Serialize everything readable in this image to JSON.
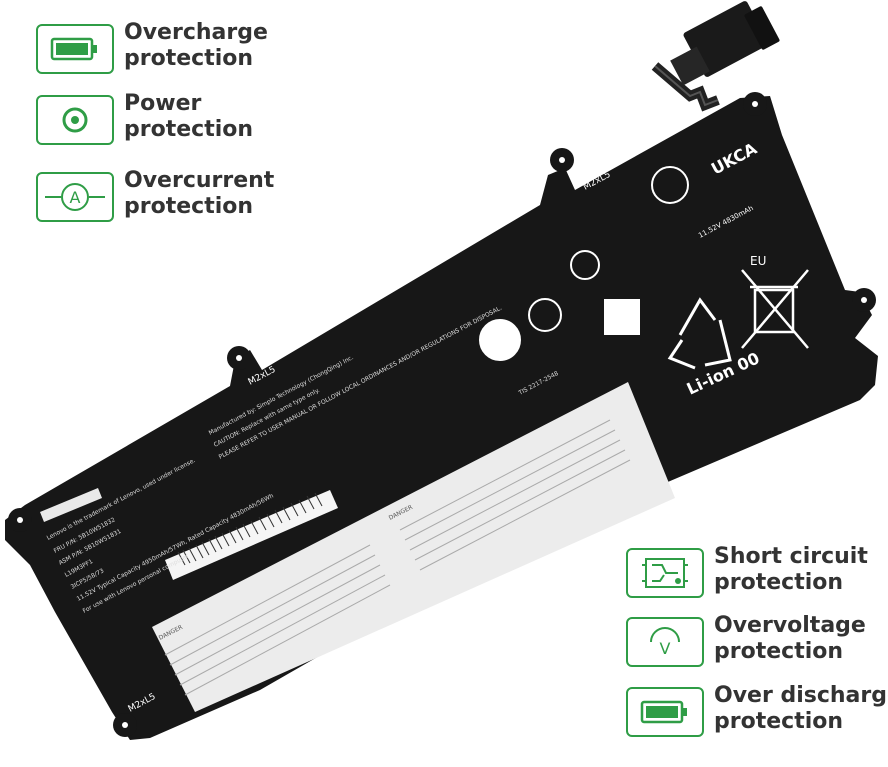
{
  "colors": {
    "accent": "#2f9d46",
    "battery_body": "#171717",
    "label_text": "#333333"
  },
  "features_left": [
    {
      "icon": "battery-full-icon",
      "line1": "Overcharge",
      "line2": "protection"
    },
    {
      "icon": "power-icon",
      "line1": "Power",
      "line2": "protection"
    },
    {
      "icon": "ammeter-icon",
      "line1": "Overcurrent",
      "line2": "protection"
    }
  ],
  "features_right": [
    {
      "icon": "circuit-board-icon",
      "line1": "Short circuit",
      "line2": "protection"
    },
    {
      "icon": "voltmeter-icon",
      "line1": "Overvoltage",
      "line2": "protection"
    },
    {
      "icon": "battery-low-icon",
      "line1": "Over discharge",
      "line2": "protection"
    }
  ],
  "battery": {
    "mount_marks": [
      "M2xL5",
      "M2xL5",
      "M2xL5"
    ],
    "ukca": "UKCA",
    "eu": "EU",
    "chemistry": "Li-ion 00",
    "voltage_rating": "11.52V 4830mAh",
    "lenovo_notice": "Lenovo is the trademark of Lenovo, used under license.",
    "fru_pn": "FRU P/N: 5B10W51832",
    "asm_pn": "ASM P/N: 5B10W51831",
    "model": "L19M3PF1",
    "cell_config": "3ICP5/58/73",
    "capacity_line": "11.52V Typical Capacity 4950mAh/57Wh, Rated Capacity 4830mAh/56Wh",
    "use_note": "For use with Lenovo personal computer",
    "maker_line": "Manufactured by: Simplo Technology (ChongQing) Inc.",
    "caution": "CAUTION: Replace with same type only.",
    "disposal": "PLEASE REFER TO USER MANUAL OR FOLLOW LOCAL ORDINANCES AND/OR REGULATIONS FOR DISPOSAL.",
    "tis": "TIS 2217-2548",
    "danger": "DANGER"
  }
}
